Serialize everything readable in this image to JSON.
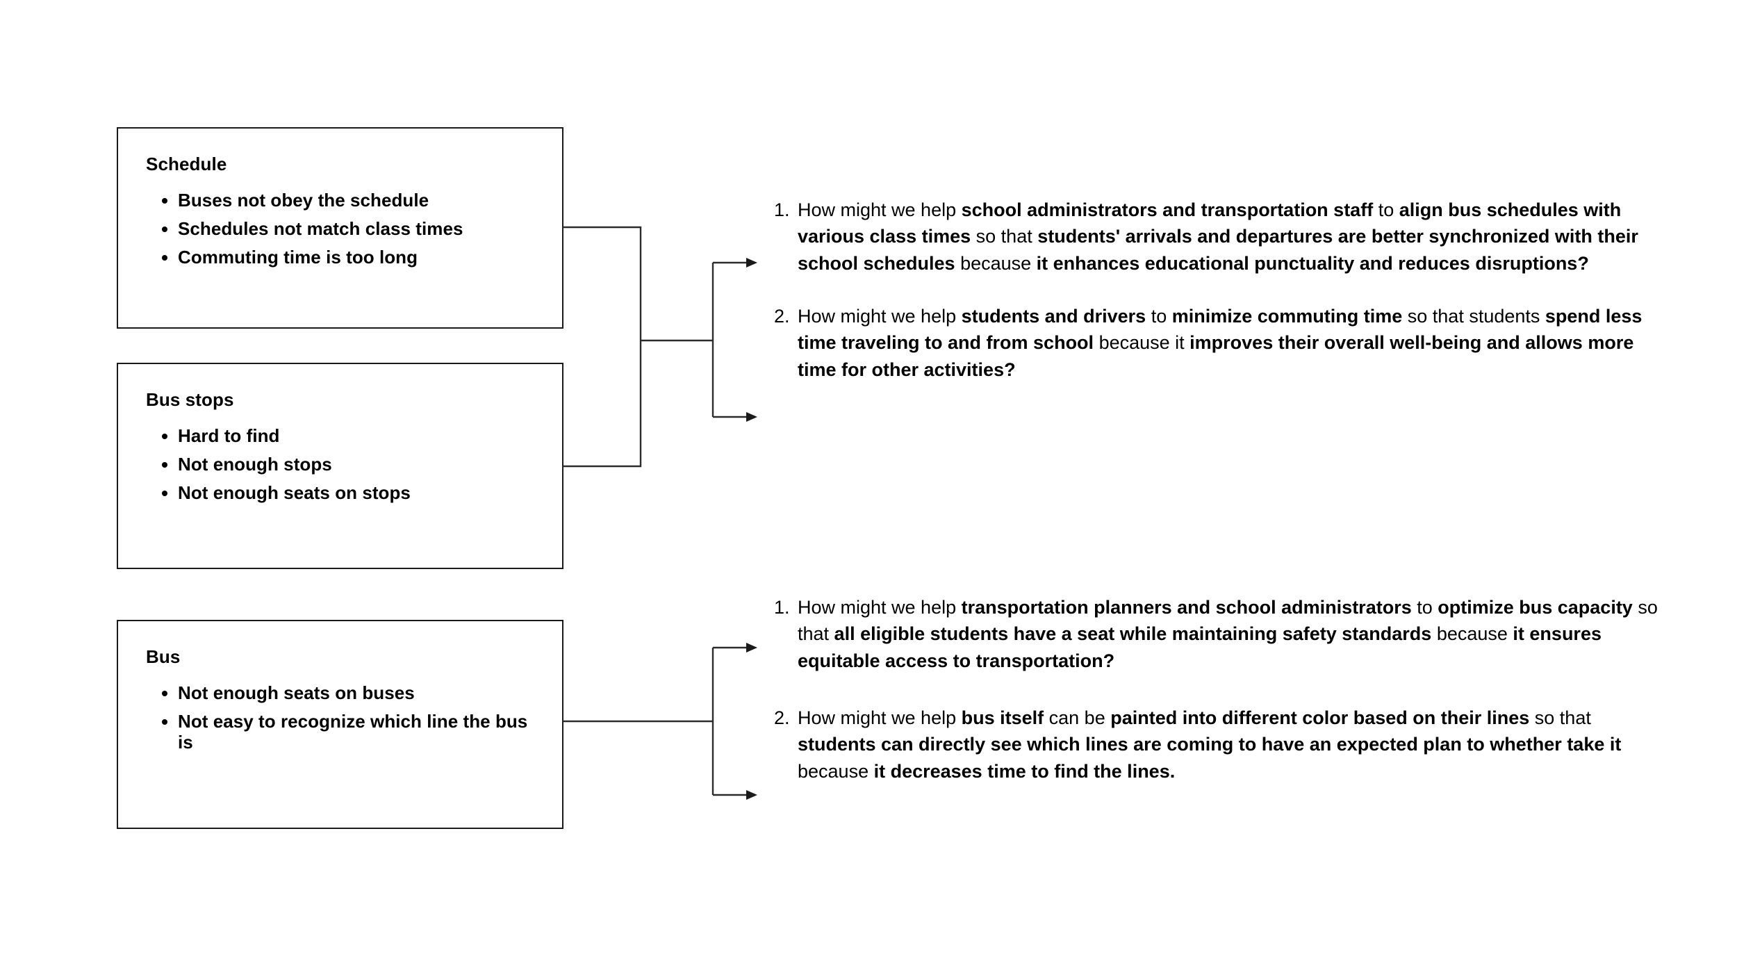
{
  "diagram": {
    "type": "problem-to-hmw-mapping",
    "accent_color": "#1a1a1a",
    "background_color": "#ffffff"
  },
  "problem_boxes": [
    {
      "title": "Schedule",
      "items": [
        "Buses not obey the schedule",
        "Schedules not match class times",
        "Commuting time is too long"
      ]
    },
    {
      "title": "Bus stops",
      "items": [
        "Hard to find",
        "Not enough stops",
        "Not enough seats on stops"
      ]
    },
    {
      "title": "Bus",
      "items": [
        "Not enough seats on buses",
        "Not easy to recognize which line the bus is"
      ]
    }
  ],
  "hmw_groups": [
    {
      "group_name": "schedule-and-stops",
      "questions": [
        {
          "number": "1.",
          "runs": [
            {
              "text": "How might we help ",
              "bold": false
            },
            {
              "text": "school administrators and transportation staff",
              "bold": true
            },
            {
              "text": " to ",
              "bold": false
            },
            {
              "text": "align bus schedules with various class times",
              "bold": true
            },
            {
              "text": " so that ",
              "bold": false
            },
            {
              "text": "students' arrivals and departures are better synchronized with their school schedules",
              "bold": true
            },
            {
              "text": " because ",
              "bold": false
            },
            {
              "text": "it enhances educational punctuality and reduces disruptions?",
              "bold": true
            }
          ]
        },
        {
          "number": "2.",
          "runs": [
            {
              "text": "How might we help ",
              "bold": false
            },
            {
              "text": "students and drivers",
              "bold": true
            },
            {
              "text": " to ",
              "bold": false
            },
            {
              "text": "minimize commuting time",
              "bold": true
            },
            {
              "text": " so that students ",
              "bold": false
            },
            {
              "text": "spend less time traveling to and from school",
              "bold": true
            },
            {
              "text": " because it ",
              "bold": false
            },
            {
              "text": "improves their overall well-being and allows more time for other activities?",
              "bold": true
            }
          ]
        }
      ]
    },
    {
      "group_name": "bus",
      "questions": [
        {
          "number": "1.",
          "runs": [
            {
              "text": "How might we help ",
              "bold": false
            },
            {
              "text": "transportation planners and school administrators",
              "bold": true
            },
            {
              "text": " to ",
              "bold": false
            },
            {
              "text": "optimize bus capacity",
              "bold": true
            },
            {
              "text": " so that ",
              "bold": false
            },
            {
              "text": "all eligible students have a seat while maintaining safety standards",
              "bold": true
            },
            {
              "text": " because ",
              "bold": false
            },
            {
              "text": "it ensures equitable access to transportation?",
              "bold": true
            }
          ]
        },
        {
          "number": "2.",
          "runs": [
            {
              "text": "How might we help ",
              "bold": false
            },
            {
              "text": "bus itself",
              "bold": true
            },
            {
              "text": " can be ",
              "bold": false
            },
            {
              "text": "painted into different color based on their lines",
              "bold": true
            },
            {
              "text": " so that ",
              "bold": false
            },
            {
              "text": "students can directly see which lines are coming to have an expected plan to whether take it",
              "bold": true
            },
            {
              "text": " because ",
              "bold": false
            },
            {
              "text": "it decreases time to find the lines.",
              "bold": true
            }
          ]
        }
      ]
    }
  ]
}
